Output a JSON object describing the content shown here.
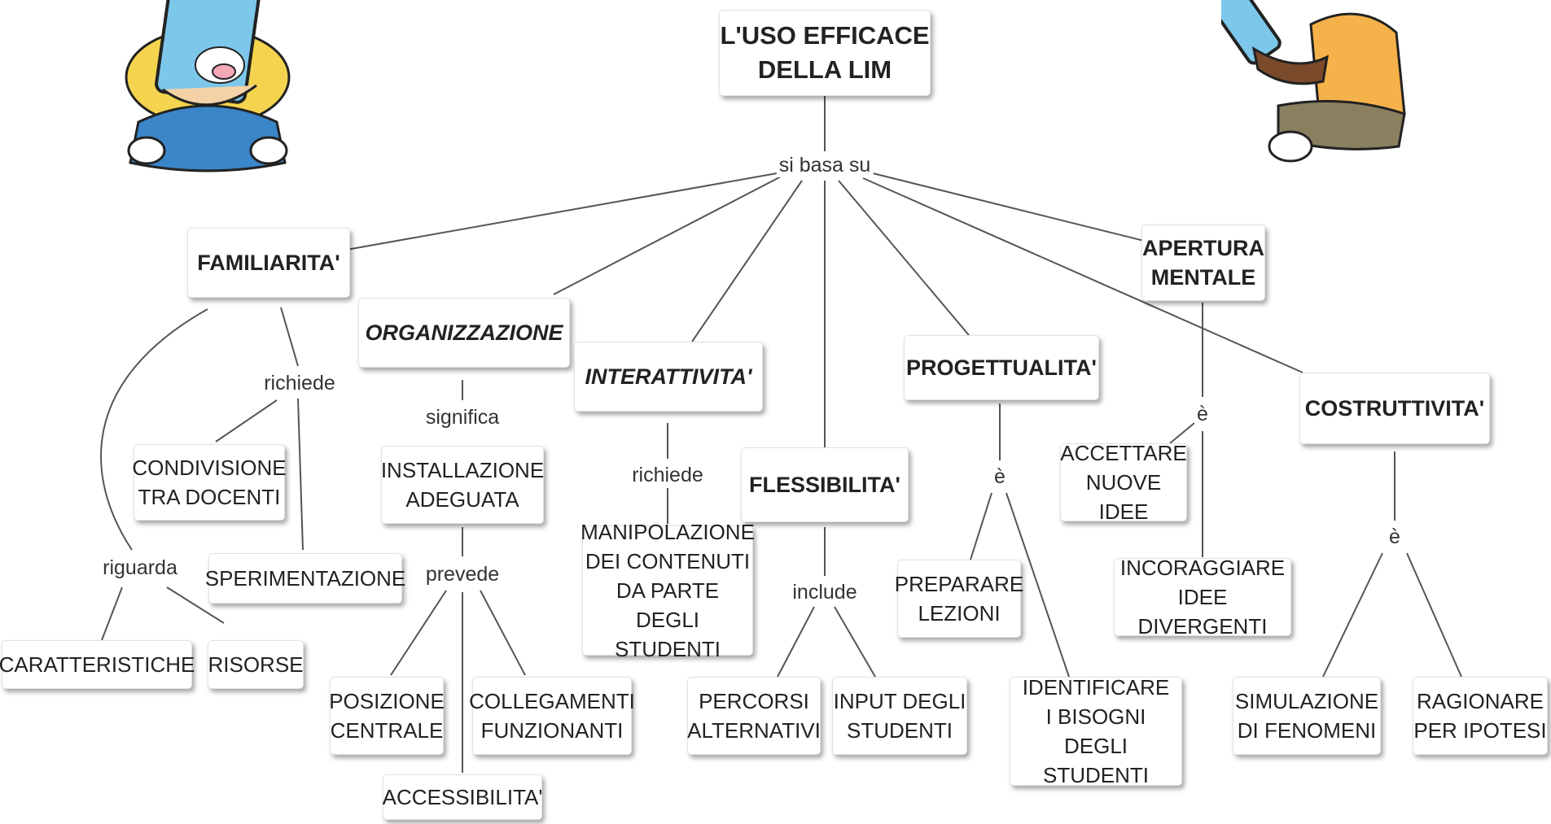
{
  "root": {
    "title": "L'USO EFFICACE\nDELLA LIM",
    "link": "si basa su"
  },
  "nodes": {
    "familiarita": "FAMILIARITA'",
    "organizzazione": "ORGANIZZAZIONE",
    "interattivita": "INTERATTIVITA'",
    "flessibilita": "FLESSIBILITA'",
    "progettualita": "PROGETTUALITA'",
    "apertura": "APERTURA\nMENTALE",
    "costruttivita": "COSTRUTTIVITA'",
    "condivisione": "CONDIVISIONE\nTRA DOCENTI",
    "sperimentazione": "SPERIMENTAZIONE",
    "caratteristiche": "CARATTERISTICHE",
    "risorse": "RISORSE",
    "installazione": "INSTALLAZIONE\nADEGUATA",
    "posizione": "POSIZIONE\nCENTRALE",
    "collegamenti": "COLLEGAMENTI\nFUNZIONANTI",
    "accessibilita": "ACCESSIBILITA'",
    "manipolazione": "MANIPOLAZIONE\nDEI CONTENUTI\nDA PARTE\nDEGLI STUDENTI",
    "percorsi": "PERCORSI\nALTERNATIVI",
    "input": "INPUT DEGLI\nSTUDENTI",
    "preparare": "PREPARARE\nLEZIONI",
    "identificare": "IDENTIFICARE\nI BISOGNI\nDEGLI STUDENTI",
    "accettare": "ACCETTARE\nNUOVE IDEE",
    "incoraggiare": "INCORAGGIARE\nIDEE DIVERGENTI",
    "simulazione": "SIMULAZIONE\nDI FENOMENI",
    "ragionare": "RAGIONARE\nPER IPOTESI"
  },
  "links": {
    "richiede_fam": "richiede",
    "riguarda": "riguarda",
    "significa": "significa",
    "prevede": "prevede",
    "richiede_int": "richiede",
    "include": "include",
    "e_prog": "è",
    "e_apert": "è",
    "e_costr": "è"
  },
  "illustrations": {
    "left": "child-with-tablet-illustration",
    "right": "child-with-tablet-illustration"
  },
  "colors": {
    "line": "#555555",
    "node_border": "#e2e2e2",
    "text": "#222222"
  }
}
